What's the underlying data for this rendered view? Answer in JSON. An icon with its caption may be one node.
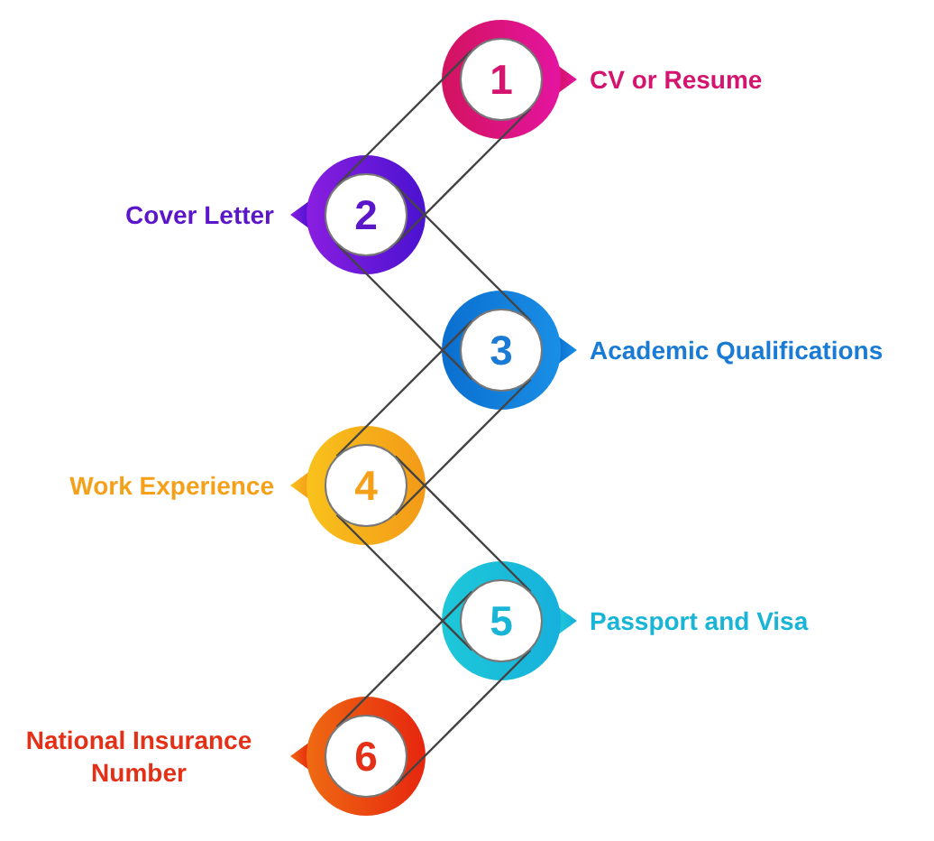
{
  "diagram": {
    "nodes": [
      {
        "text": [
          "1"
        ],
        "beside": [
          "CV or Resume"
        ]
      },
      {
        "text": [
          "2"
        ],
        "beside": [
          "Cover Letter"
        ]
      },
      {
        "text": [
          "3"
        ],
        "beside": [
          "Academic Qualifications"
        ]
      },
      {
        "text": [
          "4"
        ],
        "beside": [
          "Work Experience"
        ]
      },
      {
        "text": [
          "5"
        ],
        "beside": [
          "Passport and Visa"
        ]
      },
      {
        "text": [
          "6"
        ],
        "beside": [
          "National Insurance Number"
        ]
      }
    ],
    "edges": [
      {
        "from": 0,
        "to": 1,
        "arrow": "none"
      },
      {
        "from": 0,
        "to": 1,
        "arrow": "none"
      },
      {
        "from": 1,
        "to": 2,
        "arrow": "none"
      },
      {
        "from": 1,
        "to": 2,
        "arrow": "none"
      },
      {
        "from": 2,
        "to": 3,
        "arrow": "none"
      },
      {
        "from": 2,
        "to": 3,
        "arrow": "none"
      },
      {
        "from": 3,
        "to": 4,
        "arrow": "none"
      },
      {
        "from": 3,
        "to": 4,
        "arrow": "none"
      },
      {
        "from": 4,
        "to": 5,
        "arrow": "none"
      },
      {
        "from": 4,
        "to": 5,
        "arrow": "none"
      }
    ]
  }
}
